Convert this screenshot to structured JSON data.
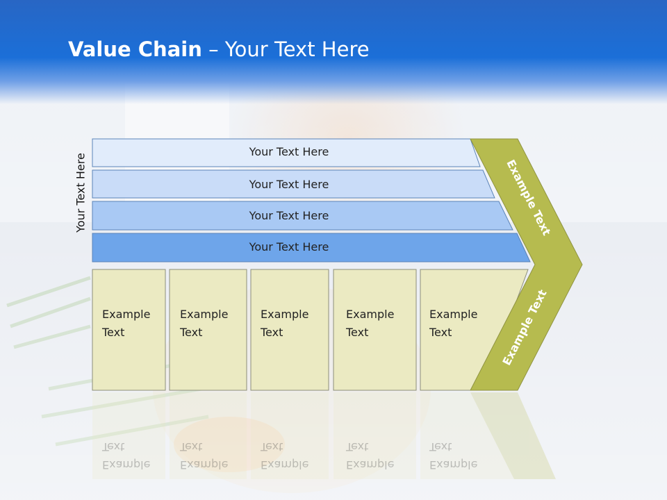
{
  "title": {
    "bold": "Value Chain",
    "rest": " – Your Text Here"
  },
  "side_label": "Your Text Here",
  "support_rows": [
    "Your Text Here",
    "Your Text Here",
    "Your Text Here",
    "Your Text Here"
  ],
  "primary_cells": [
    "Example Text",
    "Example Text",
    "Example Text",
    "Example Text",
    "Example Text"
  ],
  "chevron": {
    "upper": "Example Text",
    "lower": "Example Text"
  },
  "colors": {
    "header": "#1b6fd8",
    "row1": "#e1ecfb",
    "row2": "#c9dcf8",
    "row3": "#a9c9f4",
    "row4": "#6ea5ea",
    "cell": "#ebeac2",
    "chevron": "#b6bb4f"
  }
}
